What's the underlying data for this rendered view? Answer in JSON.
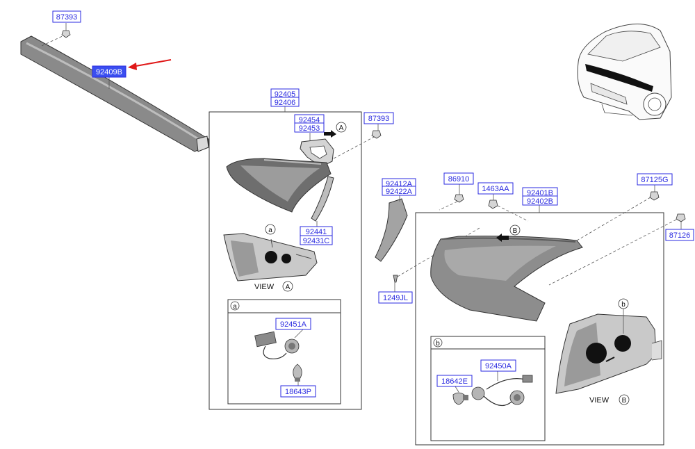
{
  "parts": {
    "p87393_top": "87393",
    "p92409B": "92409B",
    "p92405": "92405",
    "p92406": "92406",
    "p92454": "92454",
    "p92453": "92453",
    "p87393_mid": "87393",
    "p92441": "92441",
    "p92431C": "92431C",
    "p92451A": "92451A",
    "p18643P": "18643P",
    "p92412A": "92412A",
    "p92422A": "92422A",
    "p86910": "86910",
    "p1463AA": "1463AA",
    "p92401B": "92401B",
    "p92402B": "92402B",
    "p87125G": "87125G",
    "p87126": "87126",
    "p1249JL": "1249JL",
    "p92450A": "92450A",
    "p18642E": "18642E"
  },
  "callouts": {
    "A": "A",
    "B": "B",
    "a": "a",
    "b": "b"
  },
  "views": {
    "view_a_word": "VIEW",
    "view_a_letter": "A",
    "view_b_word": "VIEW",
    "view_b_letter": "B"
  },
  "colors": {
    "label_blue": "#2a2ae0",
    "selected_fill": "#3a4ef0",
    "pointer_red": "#e01818"
  }
}
